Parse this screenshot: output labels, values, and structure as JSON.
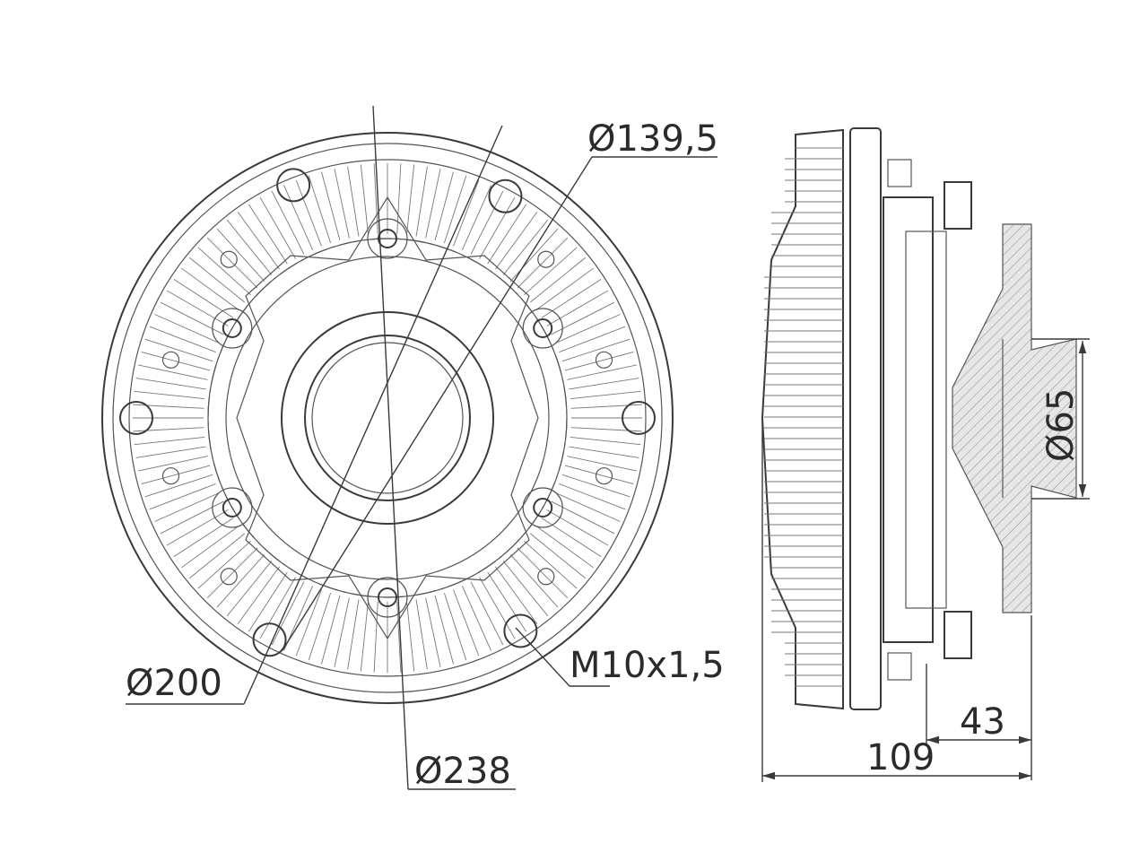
{
  "dimensions": {
    "fan_hub_diameter": "Ø139,5",
    "bolt_circle_diameter": "Ø200",
    "outer_diameter": "Ø238",
    "thread": "M10x1,5",
    "pilot_diameter": "Ø65",
    "offset_depth": "43",
    "overall_depth": "109"
  },
  "colors": {
    "line": "#3a3a3a",
    "background": "#ffffff"
  }
}
